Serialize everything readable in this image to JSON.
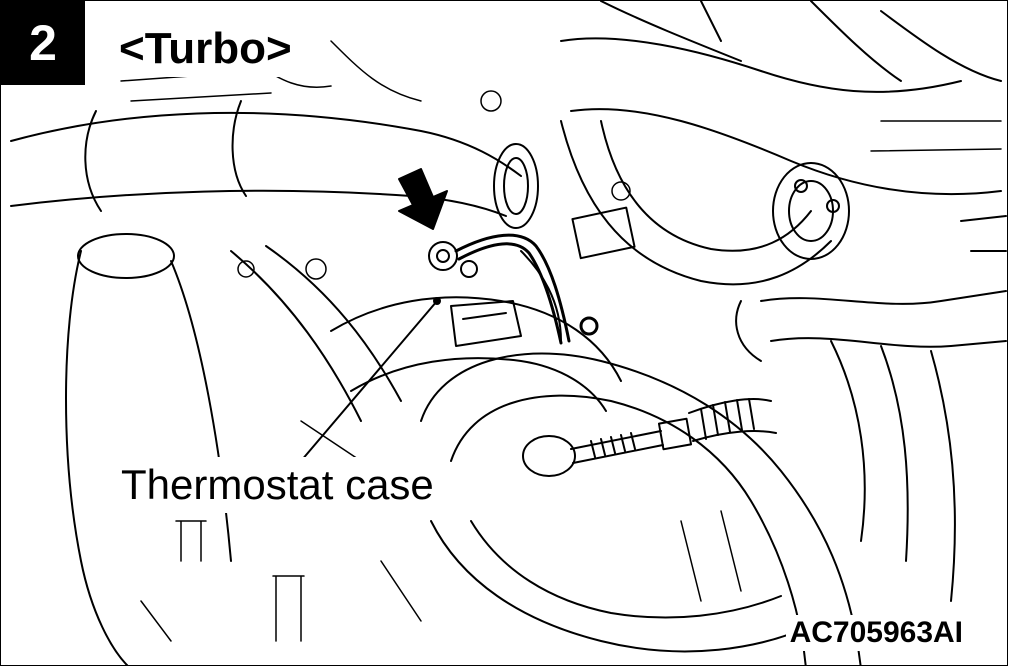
{
  "step_number": "2",
  "variant_label": "<Turbo>",
  "callout_label": "Thermostat case",
  "figure_id": "AC705963AI"
}
